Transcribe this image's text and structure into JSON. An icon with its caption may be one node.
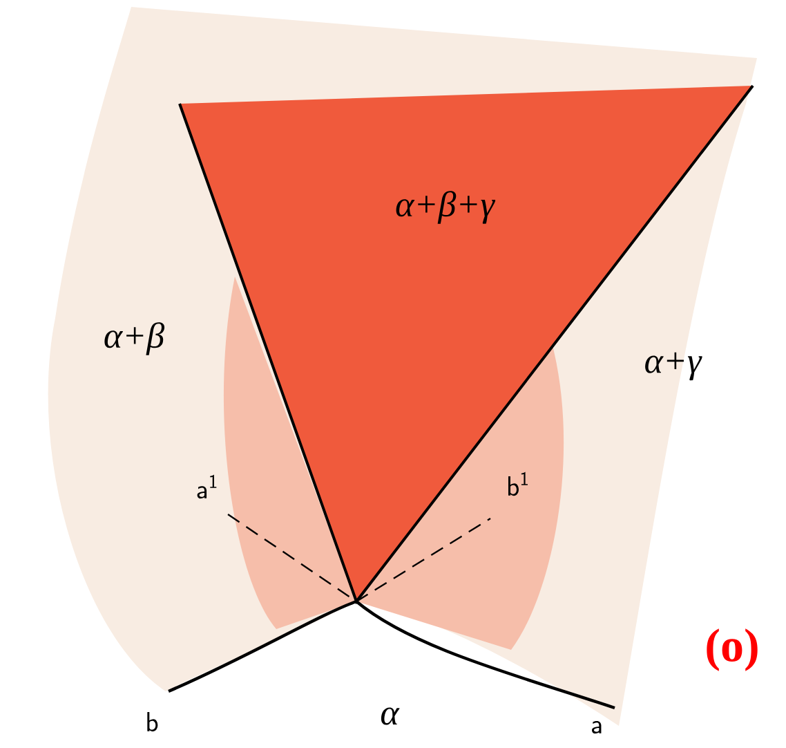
{
  "diagram": {
    "labels": [
      "α+β+γ",
      "α+β",
      "α+γ",
      "a$^{1}$",
      "b$^{1}$",
      "b",
      "α",
      "a",
      "(o)"
    ]
  }
}
